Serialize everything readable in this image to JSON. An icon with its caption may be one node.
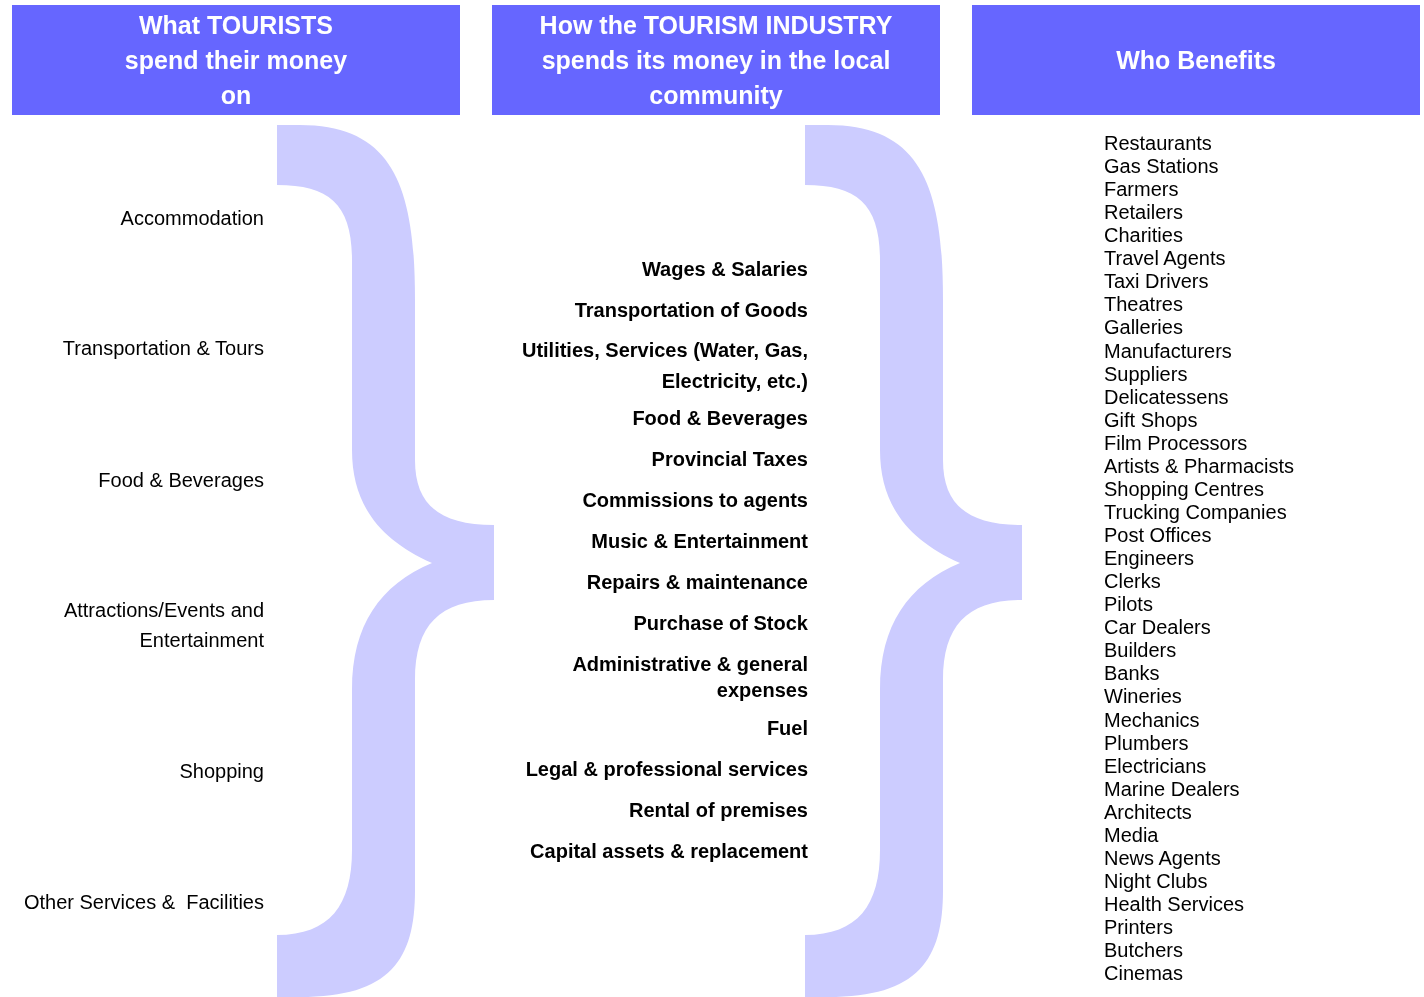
{
  "diagram": {
    "nodes": [
      {
        "text": [
          "What TOURISTS spend their money on"
        ]
      },
      {
        "text": [
          "How the TOURISM INDUSTRY spends its money in the local community"
        ]
      },
      {
        "text": [
          "Who Benefits"
        ]
      },
      {
        "text": [],
        "shape": "brace"
      },
      {
        "text": [],
        "shape": "brace"
      }
    ],
    "labels": [
      "Accommodation",
      "Transportation & Tours",
      "Food & Beverages",
      "Attractions/Events and Entertainment",
      "Shopping",
      "Other Services &  Facilities",
      "Wages & Salaries",
      "Transportation of Goods",
      "Utilities, Services (Water, Gas, Electricity, etc.)",
      "Food & Beverages",
      "Provincial Taxes",
      "Commissions to agents",
      "Music & Entertainment",
      "Repairs & maintenance",
      "Purchase of Stock",
      "Administrative & general expenses",
      "Fuel",
      "Legal & professional services",
      "Rental of premises",
      "Capital assets & replacement",
      "Restaurants",
      "Gas Stations",
      "Farmers",
      "Retailers",
      "Charities",
      "Travel Agents",
      "Taxi Drivers",
      "Theatres",
      "Galleries",
      "Manufacturers",
      "Suppliers",
      "Delicatessens",
      "Gift Shops",
      "Film Processors",
      "Artists & Pharmacists",
      "Shopping Centres",
      "Trucking Companies",
      "Post Offices",
      "Engineers",
      "Clerks",
      "Pilots",
      "Car Dealers",
      "Builders",
      "Banks",
      "Wineries",
      "Mechanics",
      "Plumbers",
      "Electricians",
      "Marine Dealers",
      "Architects",
      "Media",
      "News Agents",
      "Night Clubs",
      "Health Services",
      "Printers",
      "Butchers",
      "Cinemas"
    ]
  }
}
